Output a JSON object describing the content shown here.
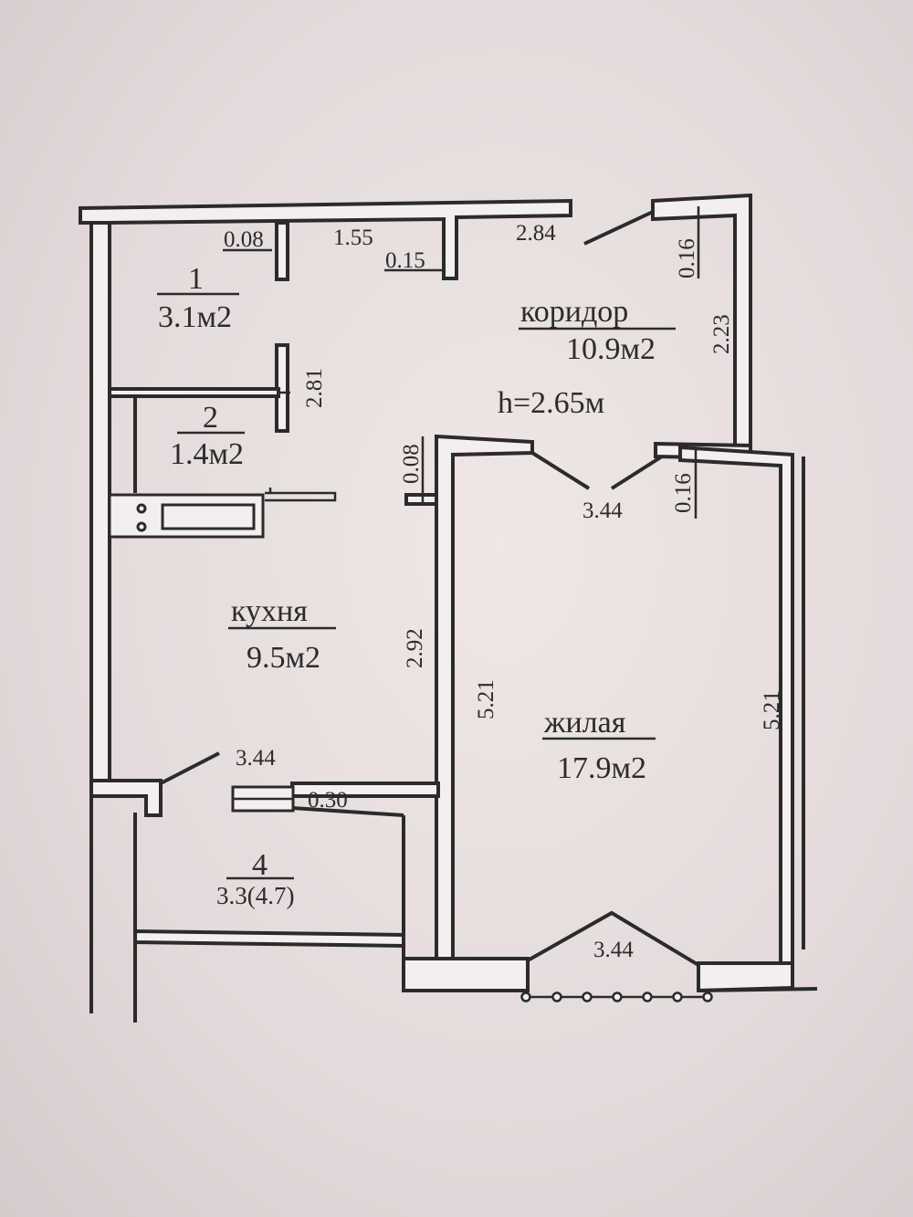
{
  "rooms": {
    "room1": {
      "number": "1",
      "area": "3.1м2"
    },
    "room2": {
      "number": "2",
      "area": "1.4м2"
    },
    "corridor": {
      "name": "коридор",
      "area": "10.9м2"
    },
    "kitchen": {
      "name": "кухня",
      "area": "9.5м2"
    },
    "living": {
      "name": "жилая",
      "area": "17.9м2"
    },
    "balcony": {
      "number": "4",
      "area": "3.3(4.7)"
    }
  },
  "ceiling_height": "h=2.65м",
  "dimensions": {
    "d_008_top": "0.08",
    "d_155": "1.55",
    "d_015": "0.15",
    "d_284": "2.84",
    "d_016_top": "0.16",
    "d_223": "2.23",
    "d_281": "2.81",
    "d_008_mid": "0.08",
    "d_344_corridor": "3.44",
    "d_016_mid": "0.16",
    "d_292": "2.92",
    "d_521_left": "5.21",
    "d_521_right": "5.21",
    "d_344_kitchen": "3.44",
    "d_030": "0.30",
    "d_344_window": "3.44"
  }
}
